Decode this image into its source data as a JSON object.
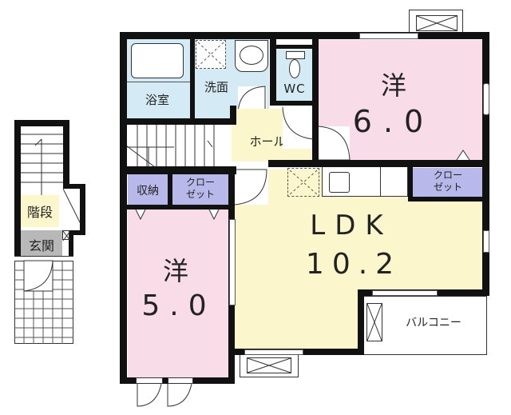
{
  "floorplan": {
    "colors": {
      "wall": "#111111",
      "wet_area": "#d4ebf6",
      "western_room": "#f8dce8",
      "ldk_hall": "#fbf6cc",
      "storage": "#b8b8ea",
      "entrance": "#b8b8b8",
      "stairs_area": "#fbf6cc",
      "balcony": "#ffffff"
    },
    "rooms": {
      "bath": {
        "label": "浴室"
      },
      "washroom": {
        "label": "洗面"
      },
      "wc": {
        "label": "WC"
      },
      "hall": {
        "label": "ホール"
      },
      "western_room_1": {
        "label": "洋",
        "size": "6.0"
      },
      "western_room_2": {
        "label": "洋",
        "size": "5.0"
      },
      "ldk": {
        "label": "LDK",
        "size": "10.2"
      },
      "storage": {
        "label": "収納"
      },
      "closet_left": {
        "label_line1": "クロー",
        "label_line2": "ゼット"
      },
      "closet_right": {
        "label_line1": "クロー",
        "label_line2": "ゼット"
      },
      "balcony": {
        "label": "バルコニー"
      },
      "stairs": {
        "label": "階段"
      },
      "entrance": {
        "label": "玄関"
      }
    }
  }
}
